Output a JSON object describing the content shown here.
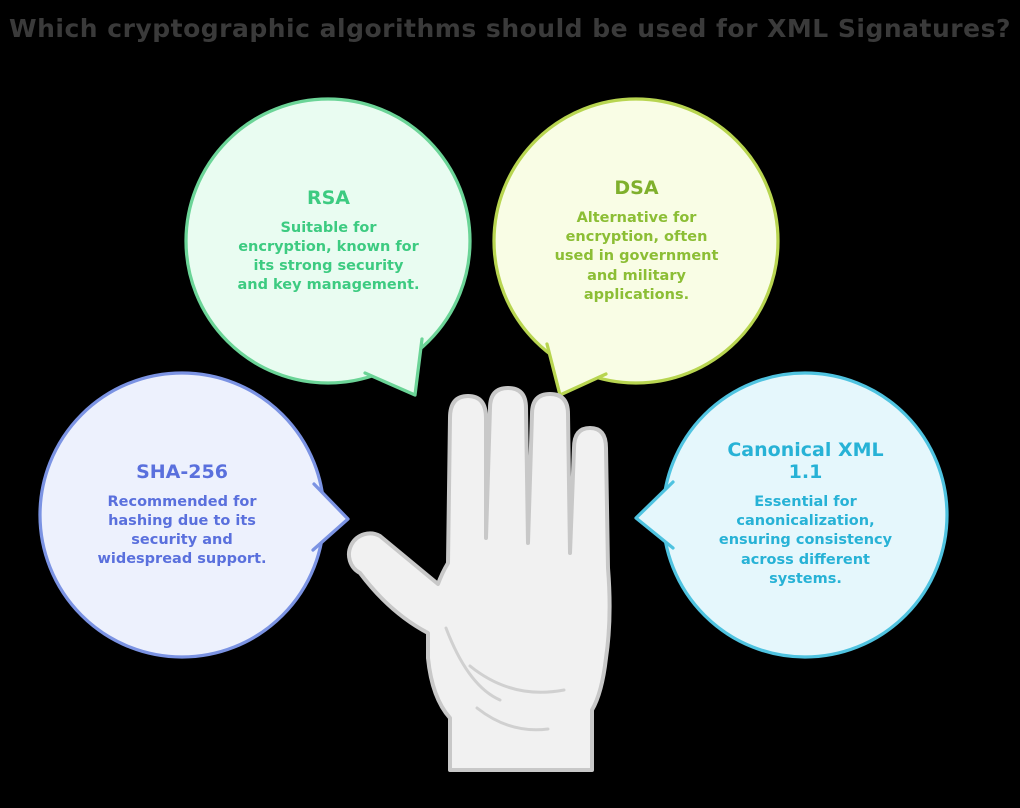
{
  "title": "Which cryptographic algorithms should be used for XML Signatures?",
  "colors": {
    "background": "#000000",
    "title_text": "#3a3a3a",
    "hand_fill": "#f1f1f1",
    "hand_stroke": "#c8c8c8"
  },
  "bubbles": [
    {
      "id": "rsa",
      "title": "RSA",
      "body": "Suitable for encryption, known for its strong security and key management.",
      "fill": "#e9fcf1",
      "border": "#6bd497",
      "title_color": "#3dcb81",
      "body_color": "#3dcb81"
    },
    {
      "id": "dsa",
      "title": "DSA",
      "body": "Alternative for encryption, often used in government and military applications.",
      "fill": "#f9fde5",
      "border": "#b8d550",
      "title_color": "#7fb02c",
      "body_color": "#8cbe35"
    },
    {
      "id": "sha-256",
      "title": "SHA-256",
      "body": "Recommended for hashing due to its security and widespread support.",
      "fill": "#edf1fd",
      "border": "#7b93e3",
      "title_color": "#5a70dd",
      "body_color": "#5a70dd"
    },
    {
      "id": "canonical-xml-1-1",
      "title": "Canonical XML 1.1",
      "body": "Essential for canonicalization, ensuring consistency across different systems.",
      "fill": "#e5f7fc",
      "border": "#4fc3e0",
      "title_color": "#27b2d6",
      "body_color": "#27b2d6"
    }
  ]
}
